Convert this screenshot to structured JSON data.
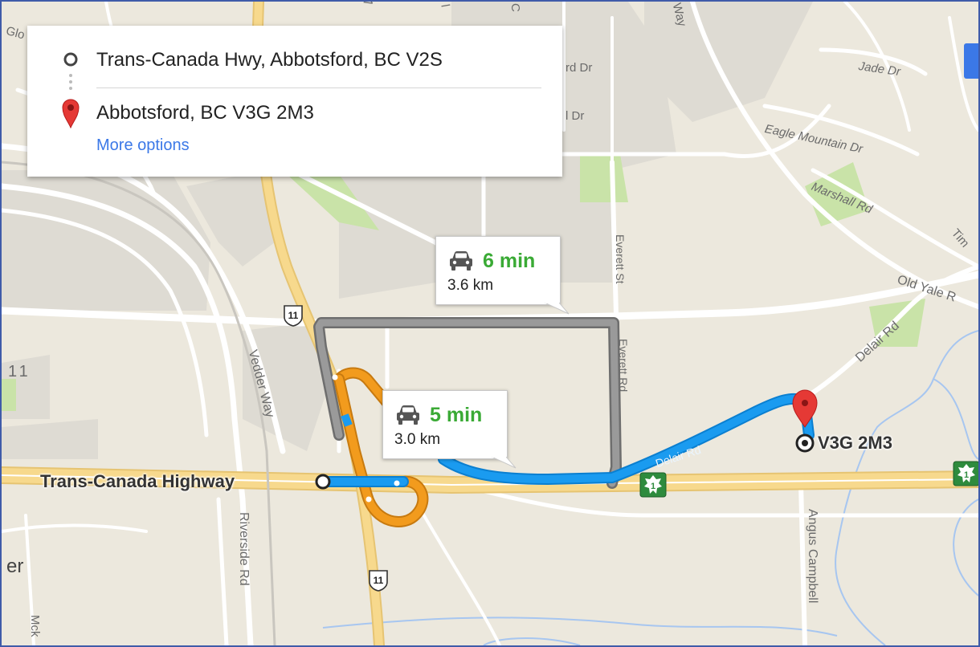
{
  "directions": {
    "origin": "Trans-Canada Hwy, Abbotsford, BC V2S",
    "destination": "Abbotsford, BC V3G 2M3",
    "more_options": "More options"
  },
  "routes": [
    {
      "time": "6 min",
      "distance": "3.6 km",
      "color": "#888888",
      "label_color": "#3aaa35"
    },
    {
      "time": "5 min",
      "distance": "3.0 km",
      "color": "#1a9bf0",
      "label_color": "#3aaa35"
    }
  ],
  "places": {
    "start": "Trans-Canada Highway",
    "end": "V3G 2M3"
  },
  "streets": {
    "jade": "Jade Dr",
    "eagle": "Eagle Mountain Dr",
    "marshall": "Marshall Rd",
    "old_yale": "Old Yale R",
    "tim": "Tim",
    "delair_ne": "Delair Rd",
    "delair_route": "Delair Rd",
    "everett_st": "Everett St",
    "everett_rd": "Everett Rd",
    "vedder": "Vedder Way",
    "riverside": "Riverside Rd",
    "angus": "Angus Campbell",
    "way": "Way",
    "dr1": "rd Dr",
    "dr2": "l Dr",
    "hwy11_left": "11",
    "edge_er": "er",
    "edge_mck": "Mck",
    "edge_c": "C",
    "edge_va": "Va",
    "edge_l": "l",
    "edge_glo": "Glo"
  },
  "shields": {
    "bc11_top": "11",
    "bc11_bottom": "11",
    "tc1_mid": "1",
    "tc1_right": "1"
  },
  "colors": {
    "map_bg": "#ece8dd",
    "road": "#ffffff",
    "highway": "#f7d98d",
    "park": "#c9e3a8",
    "urban": "#dedbd3",
    "water": "#a7c6f0",
    "route_primary": "#1a9bf0",
    "route_ramp": "#f29b1d",
    "route_alt": "#8a8a8a",
    "pin": "#e53935",
    "link": "#3b78e7",
    "time": "#3aaa35"
  },
  "icons": [
    "origin-circle-icon",
    "destination-pin-icon",
    "car-icon",
    "highway-shield-icon",
    "trans-canada-shield-icon"
  ]
}
